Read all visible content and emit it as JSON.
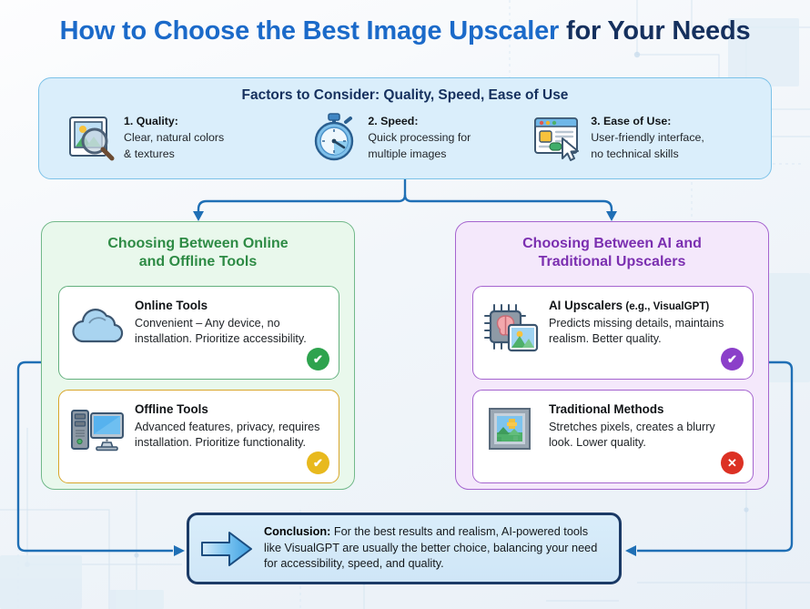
{
  "title": {
    "part1": "How to Choose the Best Image Upscaler",
    "part2": " for Your Needs",
    "color1": "#1b6ac9",
    "color2": "#15305e"
  },
  "factors": {
    "heading": "Factors to Consider: Quality, Speed, Ease of Use",
    "items": [
      {
        "icon": "image-magnifier-icon",
        "head": "1. Quality:",
        "body_line1": "Clear, natural colors",
        "body_line2": "& textures"
      },
      {
        "icon": "stopwatch-icon",
        "head": "2. Speed:",
        "body_line1": "Quick processing for",
        "body_line2": "multiple images"
      },
      {
        "icon": "browser-window-cursor-icon",
        "head": "3. Ease of Use:",
        "body_line1": "User-friendly interface,",
        "body_line2": "no technical skills"
      }
    ]
  },
  "panels": [
    {
      "id": "online-offline",
      "title_line1": "Choosing Between Online",
      "title_line2": "and Offline Tools",
      "accent": "#2e8b45",
      "background": "#e9f8ec",
      "border": "#72b98a",
      "cards": [
        {
          "icon": "cloud-icon",
          "head": "Online Tools",
          "head_sub": "",
          "body": "Convenient – Any device, no installation. Prioritize accessibility.",
          "badge_glyph": "✔",
          "badge_color": "#2ea34e",
          "badge_name": "check-badge-green",
          "border_color": "#63b07e"
        },
        {
          "icon": "desktop-computer-icon",
          "head": "Offline Tools",
          "head_sub": "",
          "body": "Advanced features, privacy, requires installation. Prioritize functionality.",
          "badge_glyph": "✔",
          "badge_color": "#e8b91e",
          "badge_name": "check-badge-yellow",
          "border_color": "#d8a62a"
        }
      ]
    },
    {
      "id": "ai-traditional",
      "title_line1": "Choosing Between AI and",
      "title_line2": "Traditional Upscalers",
      "accent": "#7b2fb0",
      "background": "#f4e8fb",
      "border": "#a564cf",
      "cards": [
        {
          "icon": "ai-chip-brain-image-icon",
          "head": "AI Upscalers",
          "head_sub": " (e.g., VisualGPT)",
          "body": "Predicts missing details, maintains realism. Better quality.",
          "badge_glyph": "✔",
          "badge_color": "#8b3fc9",
          "badge_name": "check-badge-purple",
          "border_color": "#a564cf"
        },
        {
          "icon": "pixelated-photo-icon",
          "head": "Traditional Methods",
          "head_sub": "",
          "body": "Stretches pixels, creates a blurry look. Lower quality.",
          "badge_glyph": "✕",
          "badge_color": "#dc3124",
          "badge_name": "cross-badge-red",
          "border_color": "#a564cf"
        }
      ]
    }
  ],
  "conclusion": {
    "label": "Conclusion:",
    "text": " For the best results and realism, AI-powered tools like VisualGPT are usually the better choice, balancing your need for accessibility, speed, and quality.",
    "arrow_icon": "right-arrow-icon",
    "border_color": "#1b3a66"
  },
  "connectors": {
    "color": "#1f6fb5",
    "description": "fork from factors box to two panels; side loops from panels to conclusion box"
  }
}
